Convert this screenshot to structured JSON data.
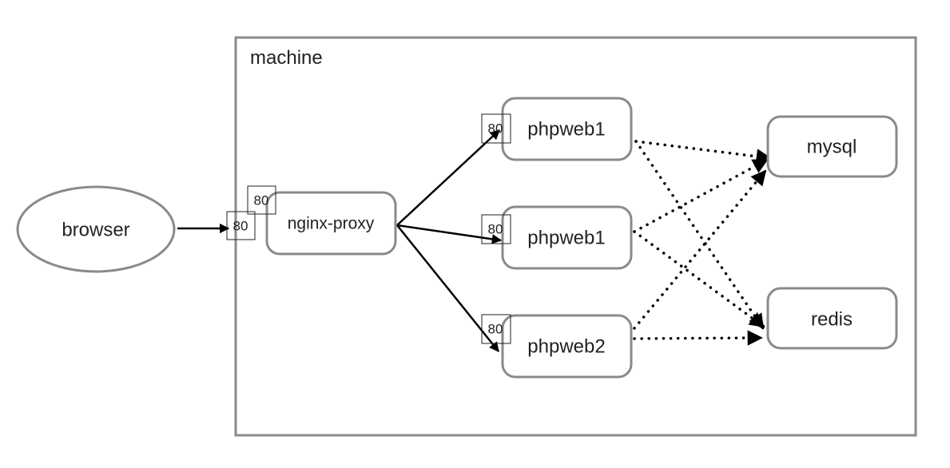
{
  "container": {
    "label": "machine"
  },
  "nodes": {
    "browser": "browser",
    "nginx_proxy": "nginx-proxy",
    "phpweb1_top": "phpweb1",
    "phpweb1_middle": "phpweb1",
    "phpweb2": "phpweb2",
    "mysql": "mysql",
    "redis": "redis"
  },
  "ports": {
    "nginx_exposed": "80",
    "nginx_published": "80",
    "phpweb1_top": "80",
    "phpweb1_middle": "80",
    "phpweb2": "80"
  },
  "colors": {
    "node_border": "#8a8a8a",
    "container_border": "#8a8a8a",
    "edge": "#000000"
  }
}
